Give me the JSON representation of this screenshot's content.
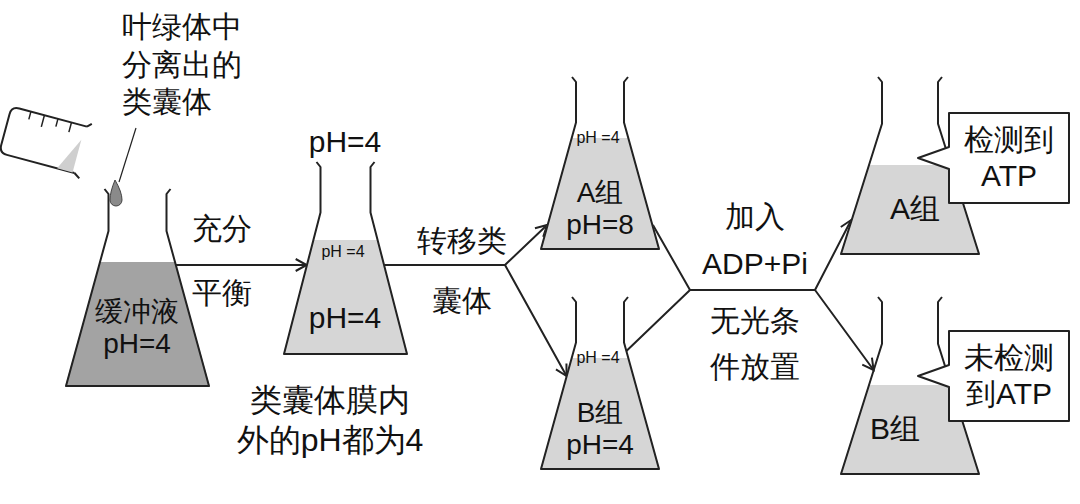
{
  "diagram": {
    "nodes": [
      {
        "text": [
          "缓冲液 pH=4"
        ]
      },
      {
        "text": [
          "pH=4",
          "pH=4"
        ]
      },
      {
        "text": [
          "pH =4"
        ],
        "in": 1
      },
      {
        "text": [
          "A组 pH=8"
        ]
      },
      {
        "text": [
          "pH =4"
        ],
        "in": 3
      },
      {
        "text": [
          "B组 pH=4"
        ]
      },
      {
        "text": [
          "pH =4"
        ],
        "in": 5
      },
      {
        "text": [
          "A组"
        ]
      },
      {
        "text": [
          "检测到 ATP"
        ]
      },
      {
        "text": [
          "B组"
        ]
      },
      {
        "text": [
          "未检测 到ATP"
        ]
      }
    ],
    "edges": [
      {
        "from": 0,
        "to": 1,
        "arrow": "to"
      },
      {
        "from": 1,
        "to": 3,
        "arrow": "to"
      },
      {
        "from": 1,
        "to": 5,
        "arrow": "to"
      },
      {
        "from": 3,
        "to": 7,
        "arrow": "to"
      },
      {
        "from": 5,
        "to": 9,
        "arrow": "to"
      }
    ],
    "labels": [
      "叶绿体中 分离出的 类囊体",
      "充分",
      "平衡",
      "类囊体膜内 外的pH都为4",
      "转移类",
      "囊体",
      "加入",
      "ADP+Pi",
      "无光条",
      "件放置"
    ]
  }
}
